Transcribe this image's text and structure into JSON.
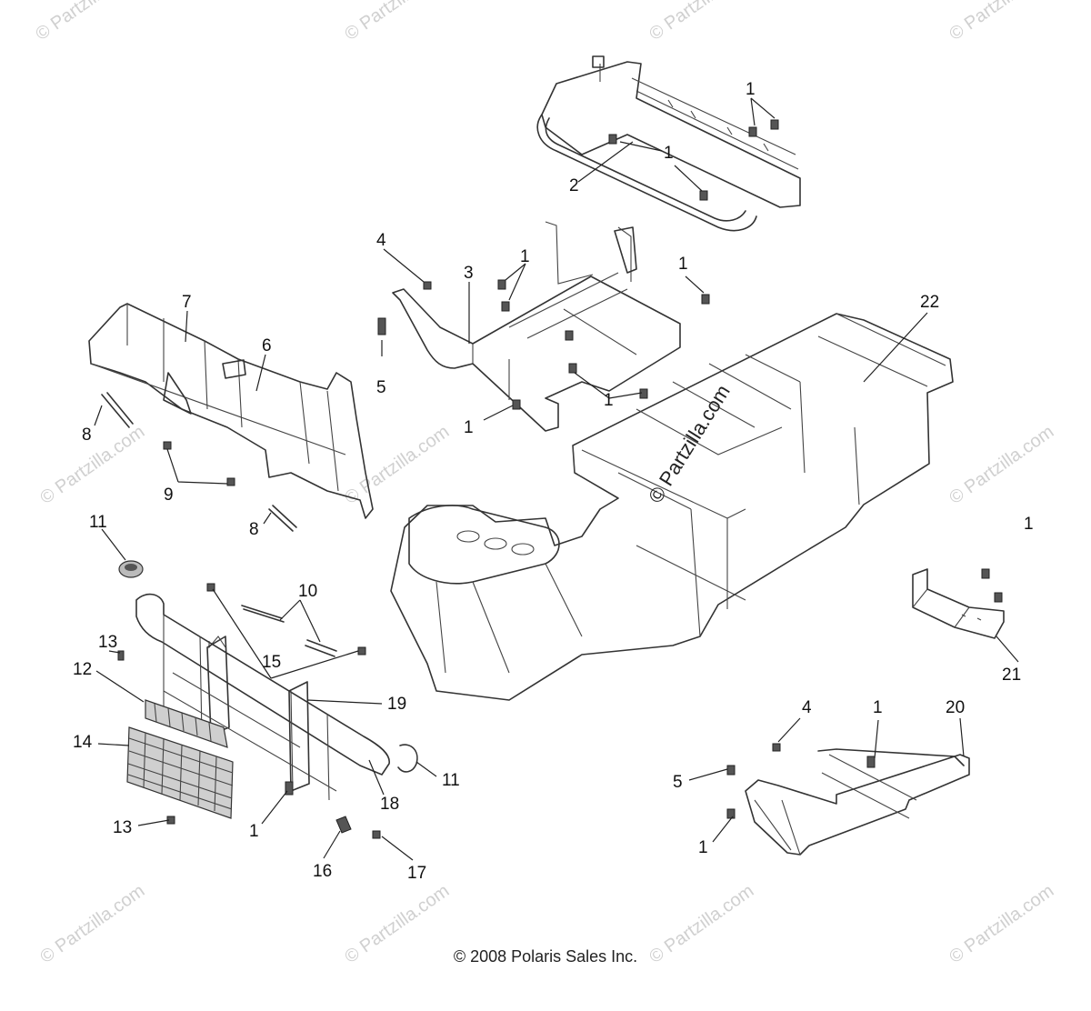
{
  "watermark": "© Partzilla.com",
  "center_watermark": "© Partzilla.com",
  "copyright": "© 2008 Polaris Sales Inc.",
  "callouts": {
    "c1a": "1",
    "c1b": "1",
    "c2": "2",
    "c1c": "1",
    "c1d": "1",
    "c4a": "4",
    "c3": "3",
    "c1e": "1",
    "c22": "22",
    "c7": "7",
    "c6": "6",
    "c5a": "5",
    "c1f": "1",
    "c1g": "1",
    "c8a": "8",
    "c9": "9",
    "c8b": "8",
    "c11a": "11",
    "c10": "10",
    "c1h": "1",
    "c13a": "13",
    "c15": "15",
    "c12": "12",
    "c19": "19",
    "c21": "21",
    "c4b": "4",
    "c1i": "1",
    "c20": "20",
    "c14": "14",
    "c11b": "11",
    "c5b": "5",
    "c18": "18",
    "c13b": "13",
    "c1j": "1",
    "c1k": "1",
    "c16": "16",
    "c17": "17"
  }
}
